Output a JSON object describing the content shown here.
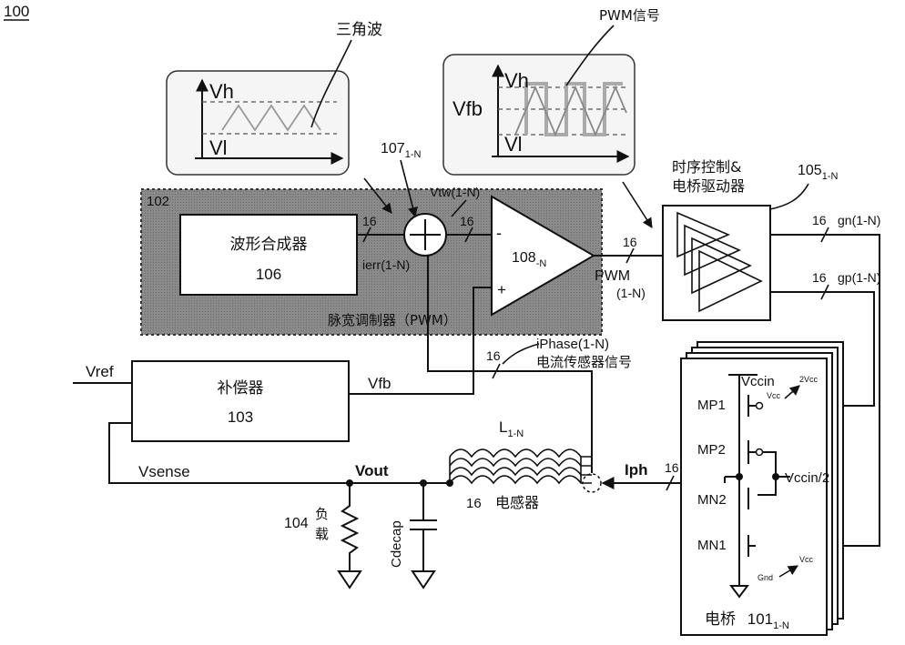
{
  "figure_number": "100",
  "blocks": {
    "pwm_modulator": {
      "ref": "102",
      "label": "脉宽调制器（PWM）"
    },
    "waveform_synth": {
      "name": "波形合成器",
      "ref": "106"
    },
    "compensator": {
      "name": "补偿器",
      "ref": "103"
    },
    "driver": {
      "name_line1": "时序控制&",
      "name_line2": "电桥驱动器",
      "ref": "105",
      "ref_sub": "1-N"
    },
    "summer": {
      "ref": "107",
      "ref_sub": "1-N"
    },
    "comparator": {
      "ref": "108",
      "ref_sub": "-N",
      "minus": "-",
      "plus": "+"
    },
    "bridge": {
      "name": "电桥",
      "ref": "101",
      "ref_sub": "1-N"
    },
    "inductor": {
      "name": "L",
      "sub": "1-N",
      "count": "16",
      "label": "电感器"
    }
  },
  "waveforms": {
    "triangle": {
      "title": "三角波",
      "vh": "Vh",
      "vl": "Vl"
    },
    "pwm": {
      "title": "PWM信号",
      "vh": "Vh",
      "vl": "Vl",
      "vfb": "Vfb"
    }
  },
  "signals": {
    "vtw": "Vtw(1-N)",
    "ierr": "ierr(1-N)",
    "pwm": "PWM",
    "pwm_range": "(1-N)",
    "gn": "gn(1-N)",
    "gp": "gp(1-N)",
    "iphase": "iPhase(1-N)",
    "current_sense": "电流传感器信号",
    "vref": "Vref",
    "vfb": "Vfb",
    "vsense": "Vsense",
    "vout": "Vout",
    "iph": "Iph",
    "bus_width": "16"
  },
  "load": {
    "ref": "104",
    "label_1": "负",
    "label_2": "载"
  },
  "capacitor": {
    "label": "Cdecap"
  },
  "transistors": {
    "vccin": "Vccin",
    "vccin_half": "Vccin/2",
    "mp1": "MP1",
    "mp2": "MP2",
    "mn2": "MN2",
    "mn1": "MN1",
    "vcc_small": "Vcc",
    "two_vcc": "2Vcc",
    "gnd_small": "Gnd",
    "vcc_small_2": "Vcc"
  }
}
